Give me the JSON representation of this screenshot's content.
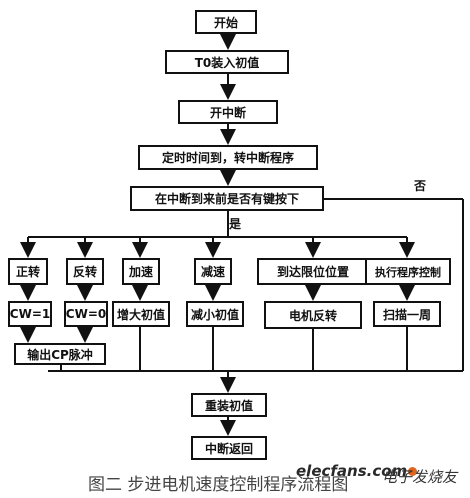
{
  "nodes": {
    "start": "开始",
    "t0_load": "T0装入初值",
    "enable_interrupt": "开中断",
    "timer_up": "定时时间到，转中断程序",
    "key_check": "在中断到来前是否有键按下",
    "forward": "正转",
    "reverse": "反转",
    "accelerate": "加速",
    "decelerate": "减速",
    "limit_reached": "到达限位位置",
    "exec_control": "执行程序控制",
    "cw1": "CW=1",
    "cw0": "CW=0",
    "increase_init": "增大初值",
    "decrease_init": "减小初值",
    "motor_reverse": "电机反转",
    "scan_cycle": "扫描一周",
    "output_cp": "输出CP脉冲",
    "reload_init": "重装初值",
    "interrupt_return": "中断返回"
  },
  "labels": {
    "yes": "是",
    "no": "否"
  },
  "caption": "图二  步进电机速度控制程序流程图",
  "watermark": {
    "site": "elecfans.com",
    "cn": "电子发烧友"
  }
}
